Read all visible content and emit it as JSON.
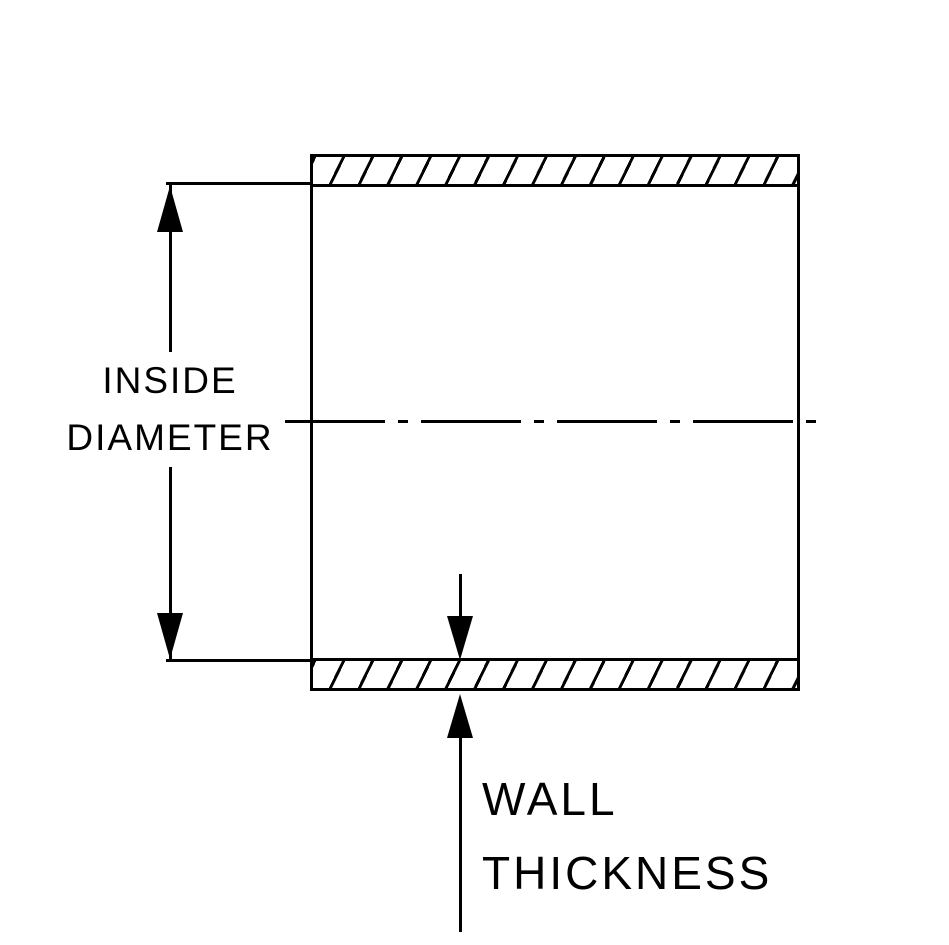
{
  "drawing": {
    "type": "technical-cross-section",
    "subject": "tube / hose coupler cross-section with dimension callouts",
    "labels": {
      "inside_diameter_line1": "INSIDE",
      "inside_diameter_line2": "DIAMETER",
      "wall_thickness_line1": "WALL",
      "wall_thickness_line2": "THICKNESS"
    },
    "colors": {
      "line": "#000000",
      "background": "#ffffff"
    }
  }
}
